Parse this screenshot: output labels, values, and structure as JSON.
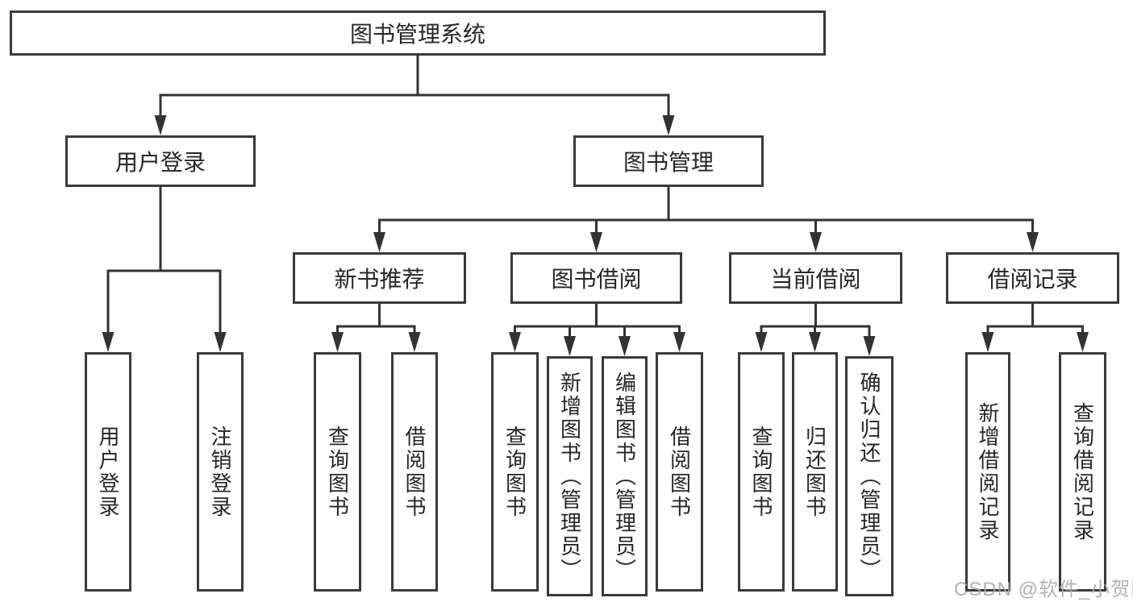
{
  "diagram": {
    "type": "hierarchy",
    "tree": {
      "id": "library-system",
      "label": "图书管理系统",
      "children": [
        {
          "id": "user-login",
          "label": "用户登录",
          "children": [
            {
              "id": "user-login-op",
              "label": "用户登录",
              "vertical": true
            },
            {
              "id": "logout-op",
              "label": "注销登录",
              "vertical": true
            }
          ]
        },
        {
          "id": "book-mgmt",
          "label": "图书管理",
          "children": [
            {
              "id": "new-book-rec",
              "label": "新书推荐",
              "children": [
                {
                  "id": "query-books-1",
                  "label": "查询图书",
                  "vertical": true
                },
                {
                  "id": "borrow-books-1",
                  "label": "借阅图书",
                  "vertical": true
                }
              ]
            },
            {
              "id": "book-borrow",
              "label": "图书借阅",
              "children": [
                {
                  "id": "query-books-2",
                  "label": "查询图书",
                  "vertical": true
                },
                {
                  "id": "add-books-admin",
                  "label": "新增图书（管理员）",
                  "vertical": true
                },
                {
                  "id": "edit-books-admin",
                  "label": "编辑图书（管理员）",
                  "vertical": true
                },
                {
                  "id": "borrow-books-2",
                  "label": "借阅图书",
                  "vertical": true
                }
              ]
            },
            {
              "id": "current-borrow",
              "label": "当前借阅",
              "children": [
                {
                  "id": "query-books-3",
                  "label": "查询图书",
                  "vertical": true
                },
                {
                  "id": "return-books",
                  "label": "归还图书",
                  "vertical": true
                },
                {
                  "id": "confirm-return-admin",
                  "label": "确认归还（管理员）",
                  "vertical": true
                }
              ]
            },
            {
              "id": "borrow-records",
              "label": "借阅记录",
              "children": [
                {
                  "id": "add-borrow-record",
                  "label": "新增借阅记录",
                  "vertical": true
                },
                {
                  "id": "query-borrow-record",
                  "label": "查询借阅记录",
                  "vertical": true
                }
              ]
            }
          ]
        }
      ]
    }
  },
  "watermark": {
    "text": "CSDN @软件_小贺同学"
  },
  "colors": {
    "line": "#333333",
    "box_border": "#3a3a3a",
    "text": "#262626",
    "background": "#ffffff",
    "watermark": "#a7a7a7"
  }
}
